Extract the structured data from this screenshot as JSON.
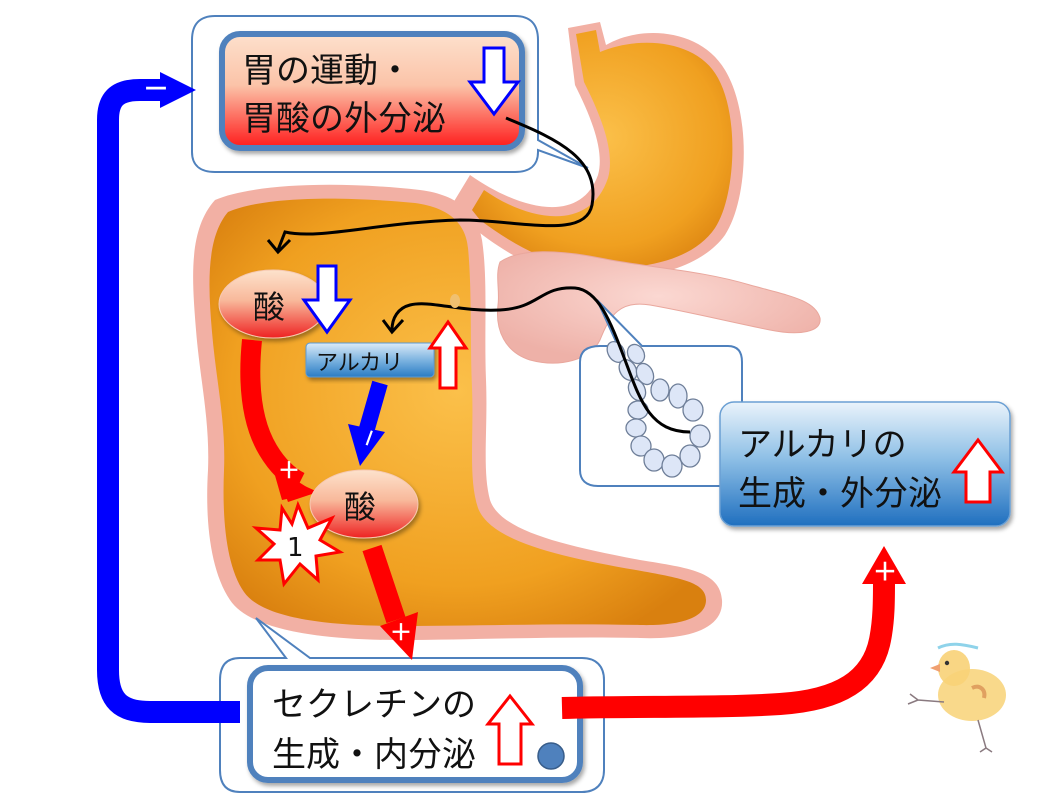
{
  "diagram": {
    "title": "Secretin feedback loop: stomach, duodenum and pancreas",
    "boxes": {
      "stomach_box": {
        "line1": "胃の運動・",
        "line2": "胃酸の外分泌",
        "trend": "down"
      },
      "pancreas_box": {
        "line1": "アルカリの",
        "line2": "生成・外分泌",
        "trend": "up"
      },
      "secretin_box": {
        "line1": "セクレチンの",
        "line2": "生成・内分泌",
        "trend": "up"
      }
    },
    "duodenum": {
      "acid_top": {
        "label": "酸",
        "trend": "down"
      },
      "alkali": {
        "label": "アルカリ",
        "trend": "up"
      },
      "acid_bottom": {
        "label": "酸"
      },
      "burst_number": "1"
    },
    "arrow_signs": {
      "feedback_to_stomach": "－",
      "alkali_to_acid": "－",
      "acid_to_acid": "＋",
      "acid_to_secretin": "＋",
      "secretin_to_pancreas": "＋"
    },
    "colors": {
      "inhibit": "#0000ff",
      "stimulate": "#ff0000",
      "box_border": "#4f81bd",
      "organ_orange": "#f0a020",
      "organ_pink": "#f2b7ae"
    }
  }
}
